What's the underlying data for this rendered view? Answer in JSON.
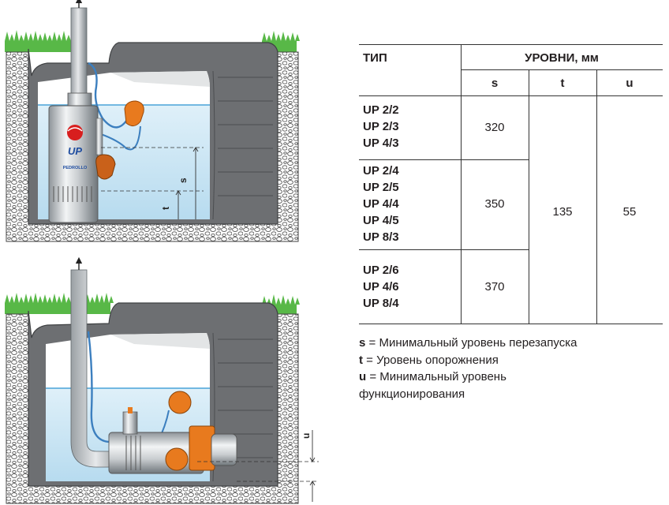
{
  "table": {
    "header": {
      "type_label": "ТИП",
      "levels_label": "УРОВНИ, мм",
      "col_s": "s",
      "col_t": "t",
      "col_u": "u"
    },
    "groups": [
      {
        "types": [
          "UP 2/2",
          "UP 2/3",
          "UP 4/3"
        ],
        "s": "320"
      },
      {
        "types": [
          "UP 2/4",
          "UP 2/5",
          "UP 4/4",
          "UP 4/5",
          "UP 8/3"
        ],
        "s": "350"
      },
      {
        "types": [
          "UP 2/6",
          "UP 4/6",
          "UP 8/4"
        ],
        "s": "370"
      }
    ],
    "t_value": "135",
    "u_value": "55"
  },
  "legend": [
    {
      "symbol": "s",
      "text": "= Минимальный уровень перезапуска"
    },
    {
      "symbol": "t",
      "text": "= Уровень опорожнения"
    },
    {
      "symbol": "u",
      "text": "= Минимальный уровень функционирования"
    }
  ],
  "diagram": {
    "dim_s": "s",
    "dim_t": "t",
    "dim_u": "u",
    "pump_logo": "UP",
    "brand": "PEDROLLO"
  },
  "colors": {
    "water": "#cde8f5",
    "water_line": "#4aa3d8",
    "tank": "#6d6f72",
    "float": "#e87a1e",
    "grass": "#58b847"
  }
}
